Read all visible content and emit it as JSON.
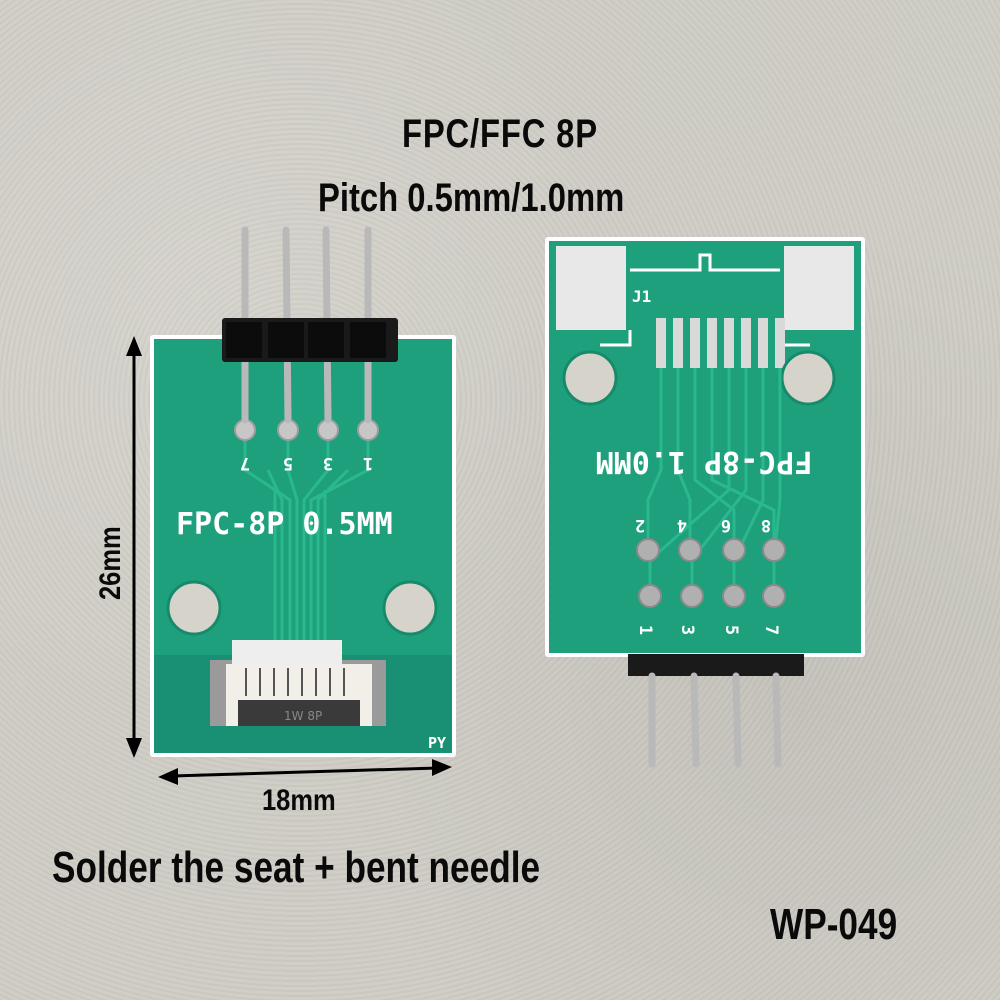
{
  "title_line1": "FPC/FFC  8P",
  "title_line2": "Pitch 0.5mm/1.0mm",
  "caption": "Solder the seat + bent needle",
  "model": "WP-049",
  "dimensions": {
    "width": "18mm",
    "height": "26mm"
  },
  "left_board": {
    "silkscreen": "FPC-8P 0.5MM",
    "pin_numbers": [
      "7",
      "5",
      "3",
      "1"
    ],
    "corner_mark": "PY",
    "connector_label": "1W 8P"
  },
  "right_board": {
    "silkscreen": "FPC-8P 1.0MM",
    "ref": "J1",
    "pin_numbers_top": [
      "2",
      "4",
      "6",
      "8"
    ],
    "pin_numbers_bottom": [
      "1",
      "3",
      "5",
      "7"
    ]
  },
  "colors": {
    "pcb": "#1f9e7a",
    "pcb_dark": "#157a5d",
    "background": "#cfcdc5"
  }
}
